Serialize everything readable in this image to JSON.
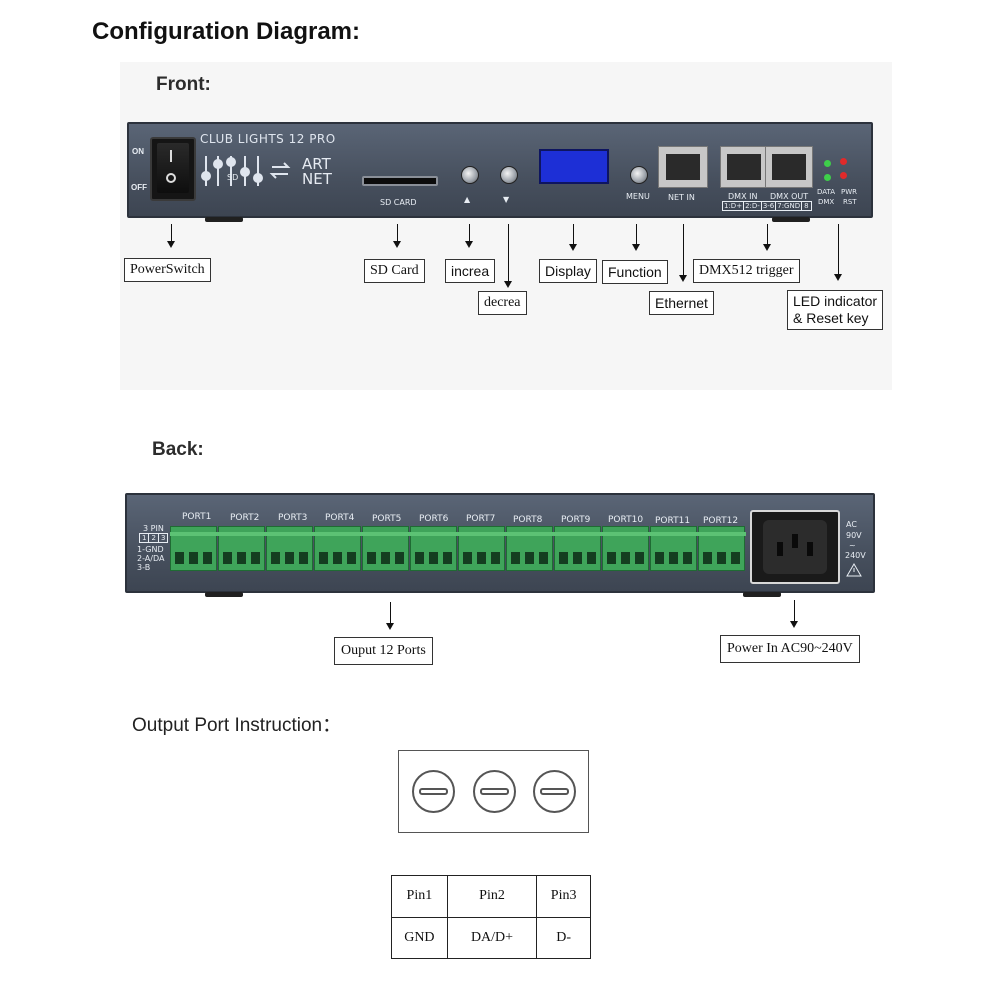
{
  "title": "Configuration Diagram:",
  "front": {
    "heading": "Front:",
    "brand": "CLUB LIGHTS 12 PRO",
    "sd_mark": "SD",
    "artnet_1": "ART",
    "artnet_2": "NET",
    "switch_on": "ON",
    "switch_off": "OFF",
    "sd_card_label": "SD CARD",
    "up_symbol": "▲",
    "down_symbol": "▼",
    "menu_label": "MENU",
    "net_in_label": "NET IN",
    "dmx_in_label": "DMX IN",
    "dmx_out_label": "DMX OUT",
    "dmx_pins": [
      "1:D+",
      "2:D-",
      "3-6",
      "7:GND",
      "8"
    ],
    "data_label": "DATA",
    "dmx_label": "DMX",
    "pwr_label": "PWR",
    "rst_label": "RST",
    "callouts": {
      "power_switch": "PowerSwitch",
      "sd_card": "SD Card",
      "increa": "increa",
      "decrea": "decrea",
      "display": "Display",
      "function": "Function",
      "ethernet": "Ethernet",
      "dmx512": "DMX512 trigger",
      "led_1": "LED indicator",
      "led_2": "& Reset key"
    },
    "colors": {
      "chassis": "#4b5462",
      "display": "#1d2fd6",
      "led_green": "#3ecf4a",
      "led_red": "#e02a2a"
    }
  },
  "back": {
    "heading": "Back:",
    "pin_legend": [
      "3 PIN",
      "1-GND",
      "2-A/DA",
      "3-B"
    ],
    "pin_nums": [
      "1",
      "2",
      "3"
    ],
    "ports": [
      "PORT1",
      "PORT2",
      "PORT3",
      "PORT4",
      "PORT5",
      "PORT6",
      "PORT7",
      "PORT8",
      "PORT9",
      "PORT10",
      "PORT11",
      "PORT12"
    ],
    "ac_label": [
      "AC",
      "90V",
      "~",
      "240V"
    ],
    "callouts": {
      "output": "Ouput 12 Ports",
      "power_in": "Power In AC90~240V"
    },
    "colors": {
      "terminal": "#3fa45a"
    }
  },
  "instruction": {
    "title": "Output Port Instruction：",
    "table": {
      "header": [
        "Pin1",
        "Pin2",
        "Pin3"
      ],
      "row": [
        "GND",
        "DA/D+",
        "D-"
      ]
    }
  }
}
